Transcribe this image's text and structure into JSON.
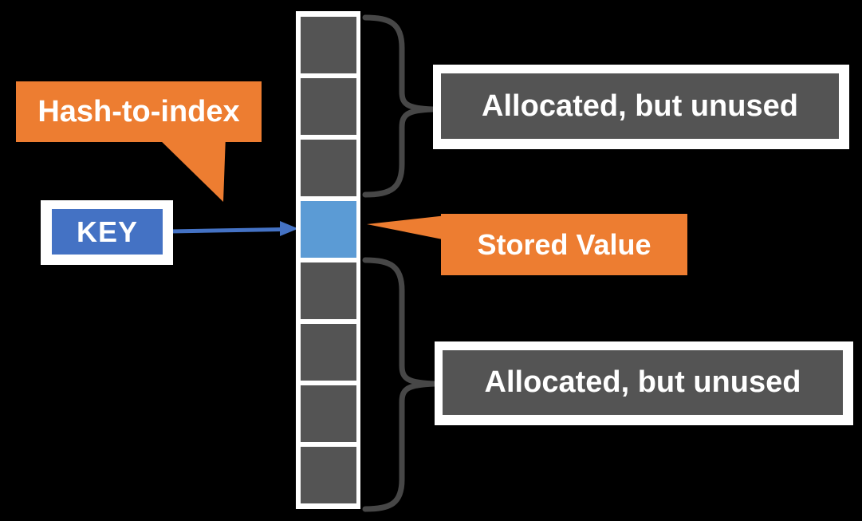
{
  "canvas": {
    "background": "#000000"
  },
  "callouts": {
    "hash_to_index": {
      "label": "Hash-to-index",
      "color": "#ED7D31",
      "text_color": "#FFFFFF"
    },
    "stored_value": {
      "label": "Stored Value",
      "color": "#ED7D31",
      "text_color": "#FFFFFF"
    }
  },
  "key_box": {
    "label": "KEY",
    "fill": "#4472C4",
    "border": "#FFFFFF",
    "text_color": "#FFFFFF"
  },
  "arrow": {
    "color": "#4472C4"
  },
  "array": {
    "column_bg": "#FFFFFF",
    "cell_color_unused": "#545454",
    "cell_color_stored": "#5B9BD5",
    "cells": [
      {
        "index": 0,
        "state": "unused"
      },
      {
        "index": 1,
        "state": "unused"
      },
      {
        "index": 2,
        "state": "unused"
      },
      {
        "index": 3,
        "state": "stored"
      },
      {
        "index": 4,
        "state": "unused"
      },
      {
        "index": 5,
        "state": "unused"
      },
      {
        "index": 6,
        "state": "unused"
      },
      {
        "index": 7,
        "state": "unused"
      }
    ]
  },
  "braces": {
    "color": "#474747"
  },
  "annotations": {
    "top_label": "Allocated, but unused",
    "bottom_label": "Allocated, but unused",
    "box_fill": "#545454",
    "box_border": "#FFFFFF",
    "text_color": "#FFFFFF"
  }
}
